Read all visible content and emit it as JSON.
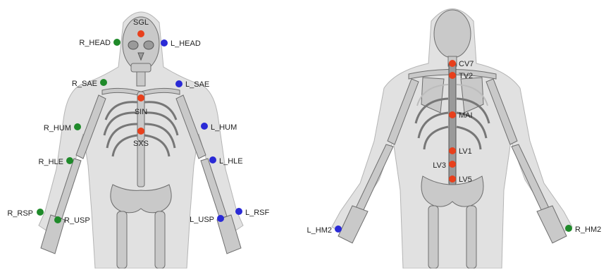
{
  "colors": {
    "midline": "#e8401c",
    "right_side": "#1f8a2a",
    "left_side": "#2a2ad6"
  },
  "front_view": {
    "markers": [
      {
        "label": "SGL",
        "side": "midline"
      },
      {
        "label": "R_HEAD",
        "side": "right"
      },
      {
        "label": "L_HEAD",
        "side": "left"
      },
      {
        "label": "R_SAE",
        "side": "right"
      },
      {
        "label": "L_SAE",
        "side": "left"
      },
      {
        "label": "SIN",
        "side": "midline"
      },
      {
        "label": "R_HUM",
        "side": "right"
      },
      {
        "label": "L_HUM",
        "side": "left"
      },
      {
        "label": "SXS",
        "side": "midline"
      },
      {
        "label": "R_HLE",
        "side": "right"
      },
      {
        "label": "L_HLE",
        "side": "left"
      },
      {
        "label": "R_RSP",
        "side": "right"
      },
      {
        "label": "R_USP",
        "side": "right"
      },
      {
        "label": "L_USP",
        "side": "left"
      },
      {
        "label": "L_RSF",
        "side": "left"
      }
    ]
  },
  "back_view": {
    "markers": [
      {
        "label": "CV7",
        "side": "midline"
      },
      {
        "label": "TV2",
        "side": "midline"
      },
      {
        "label": "MAI",
        "side": "midline"
      },
      {
        "label": "LV1",
        "side": "midline"
      },
      {
        "label": "LV3",
        "side": "midline"
      },
      {
        "label": "LV5",
        "side": "midline"
      },
      {
        "label": "L_HM2",
        "side": "left"
      },
      {
        "label": "R_HM2",
        "side": "right"
      }
    ]
  }
}
